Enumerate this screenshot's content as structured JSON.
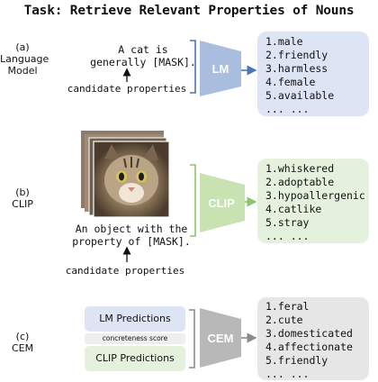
{
  "title": "Task: Retrieve Relevant Properties of Nouns",
  "colors": {
    "lm": "#a9bedf",
    "lm_box": "#dde5f5",
    "clip": "#c9e2b2",
    "clip_box": "#e4f1dc",
    "cem": "#b8b8b8",
    "cem_box": "#e6e6e6",
    "arrow_blue": "#4d74b4",
    "arrow_green": "#8cc56b",
    "arrow_gray": "#8a8a8a"
  },
  "rows": [
    {
      "label": [
        "(a)",
        "Language",
        "Model"
      ],
      "prompt": [
        "A cat is",
        "generally [MASK]."
      ],
      "candidates": "candidate properties",
      "model": "LM",
      "outputs": [
        "1.male",
        "2.friendly",
        "3.harmless",
        "4.female",
        "5.available",
        "... ..."
      ]
    },
    {
      "label": [
        "(b)",
        "CLIP"
      ],
      "prompt": [
        "An object with the",
        "property of [MASK]."
      ],
      "candidates": "candidate properties",
      "model": "CLIP",
      "outputs": [
        "1.whiskered",
        "2.adoptable",
        "3.hypoallergenic",
        "4.catlike",
        "5.stray",
        "... ..."
      ]
    },
    {
      "label": [
        "(c)",
        "CEM"
      ],
      "inputs": {
        "lm_predictions": "LM Predictions",
        "concreteness": "concreteness score",
        "clip_predictions": "CLIP Predictions"
      },
      "model": "CEM",
      "outputs": [
        "1.feral",
        "2.cute",
        "3.domesticated",
        "4.affectionate",
        "5.friendly",
        "... ..."
      ]
    }
  ]
}
